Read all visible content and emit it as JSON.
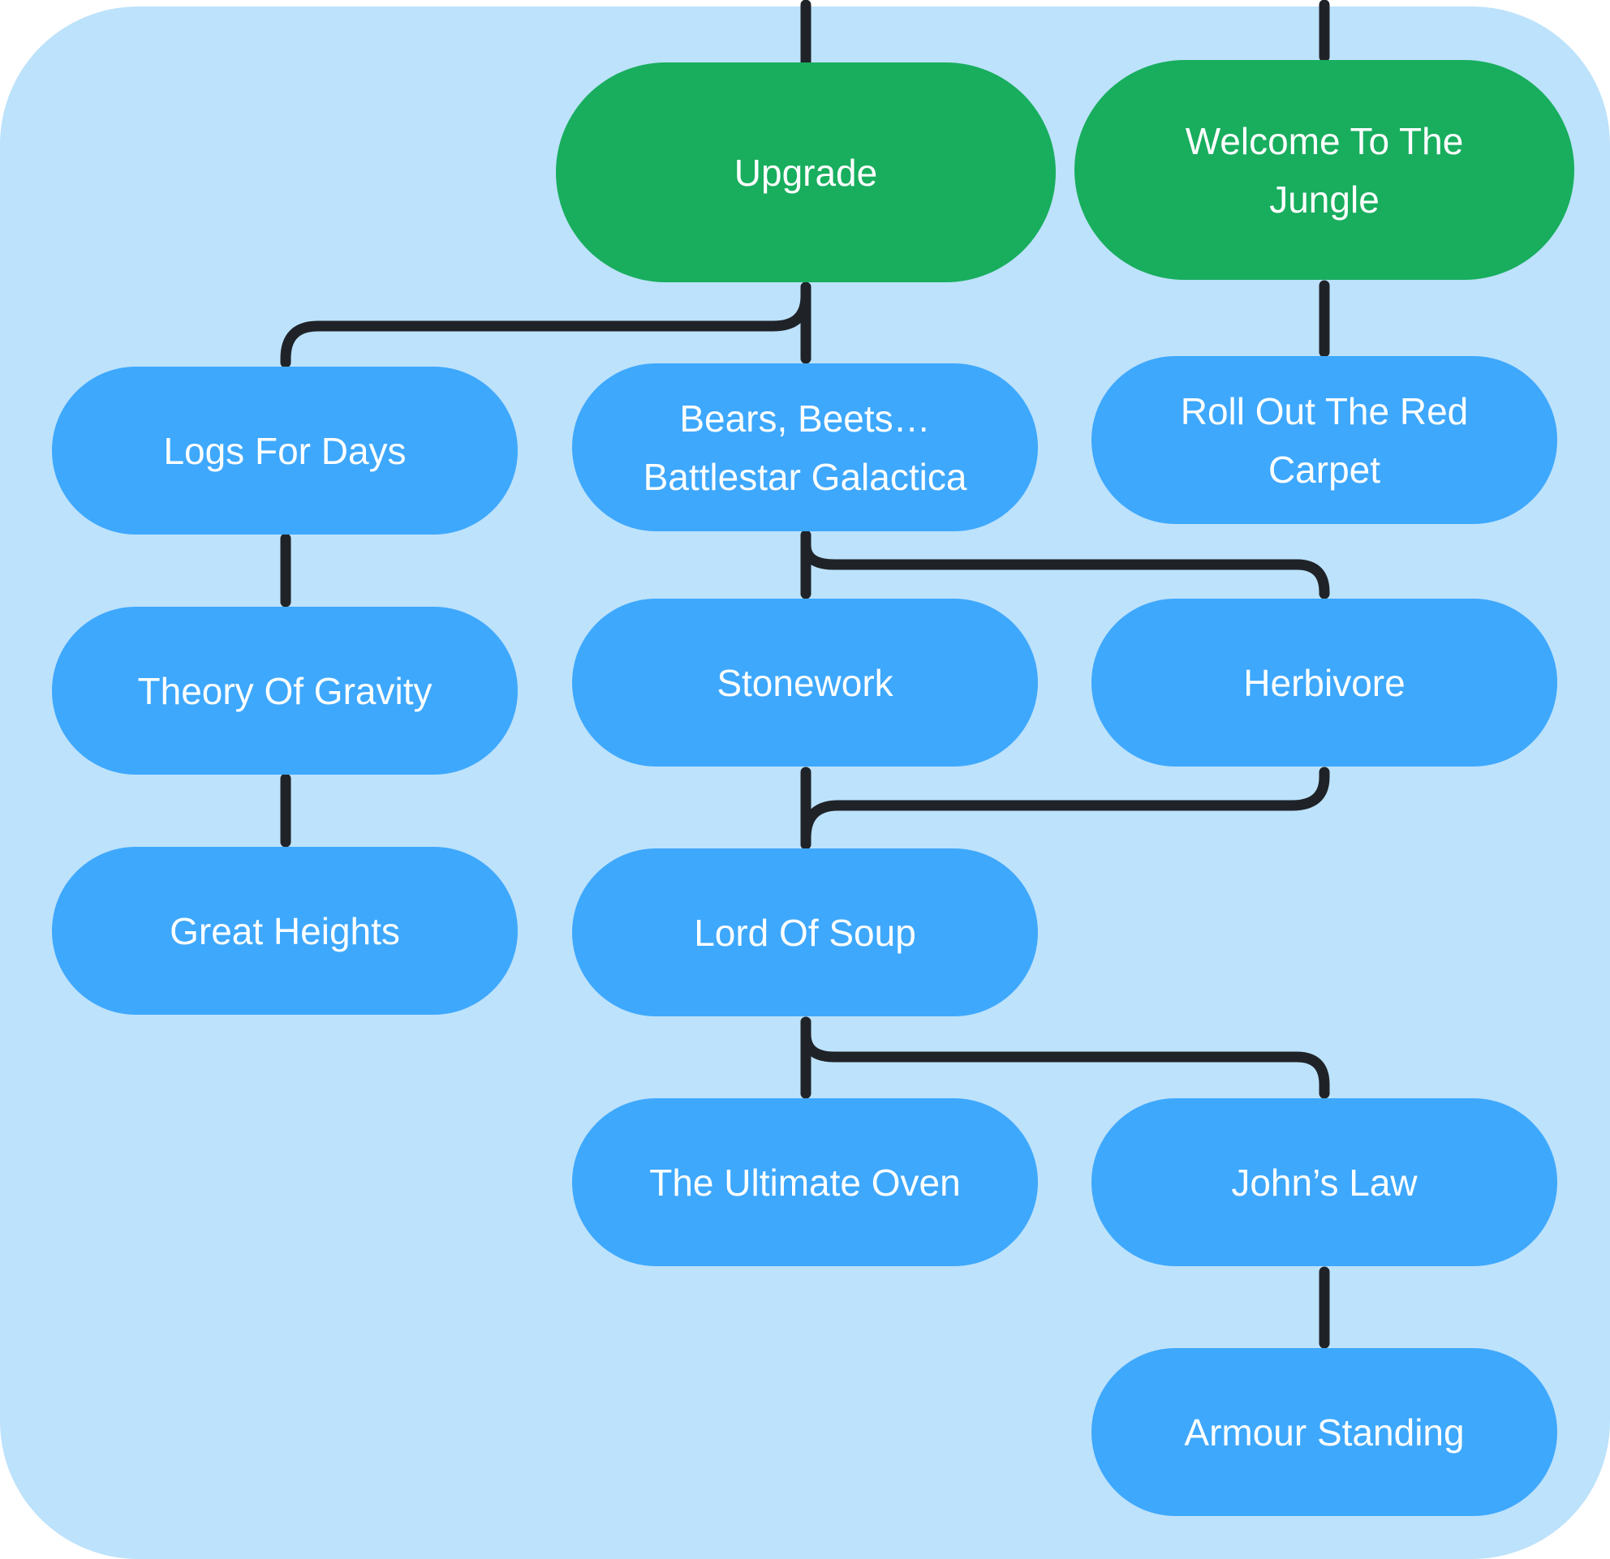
{
  "colors": {
    "background": "#bde2fb",
    "root_node": "#18ae5e",
    "child_node": "#3ea8fd",
    "connector": "#1f2328",
    "text": "#ffffff"
  },
  "nodes": {
    "upgrade": "Upgrade",
    "welcome_to_the_jungle": "Welcome To The\nJungle",
    "logs_for_days": "Logs For Days",
    "bears_beets": "Bears, Beets…\nBattlestar Galactica",
    "roll_out_the_red_carpet": "Roll Out The Red\nCarpet",
    "theory_of_gravity": "Theory Of Gravity",
    "stonework": "Stonework",
    "herbivore": "Herbivore",
    "great_heights": "Great Heights",
    "lord_of_soup": "Lord Of Soup",
    "the_ultimate_oven": "The Ultimate Oven",
    "johns_law": "John’s Law",
    "armour_standing": "Armour Standing"
  },
  "edges": [
    [
      "upgrade",
      "logs_for_days"
    ],
    [
      "upgrade",
      "bears_beets"
    ],
    [
      "welcome_to_the_jungle",
      "roll_out_the_red_carpet"
    ],
    [
      "logs_for_days",
      "theory_of_gravity"
    ],
    [
      "theory_of_gravity",
      "great_heights"
    ],
    [
      "bears_beets",
      "stonework"
    ],
    [
      "bears_beets",
      "herbivore"
    ],
    [
      "stonework",
      "lord_of_soup"
    ],
    [
      "herbivore",
      "lord_of_soup"
    ],
    [
      "lord_of_soup",
      "the_ultimate_oven"
    ],
    [
      "lord_of_soup",
      "johns_law"
    ],
    [
      "johns_law",
      "armour_standing"
    ]
  ]
}
